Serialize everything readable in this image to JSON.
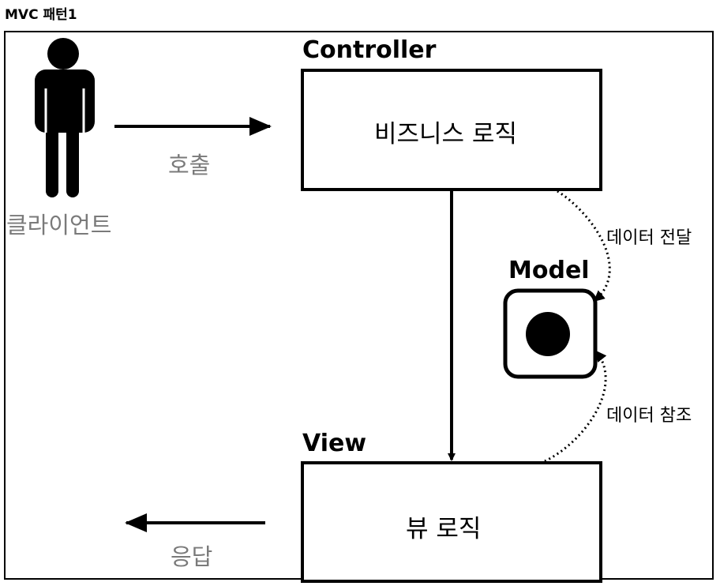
{
  "title": "MVC 패턴1",
  "client": {
    "label": "클라이언트",
    "icon": "person-icon"
  },
  "call_label": "호출",
  "response_label": "응답",
  "controller": {
    "title": "Controller",
    "content": "비즈니스 로직"
  },
  "model": {
    "title": "Model",
    "icon": "record-icon"
  },
  "view": {
    "title": "View",
    "content": "뷰 로직"
  },
  "data_transfer_label": "데이터 전달",
  "data_reference_label": "데이터 참조"
}
